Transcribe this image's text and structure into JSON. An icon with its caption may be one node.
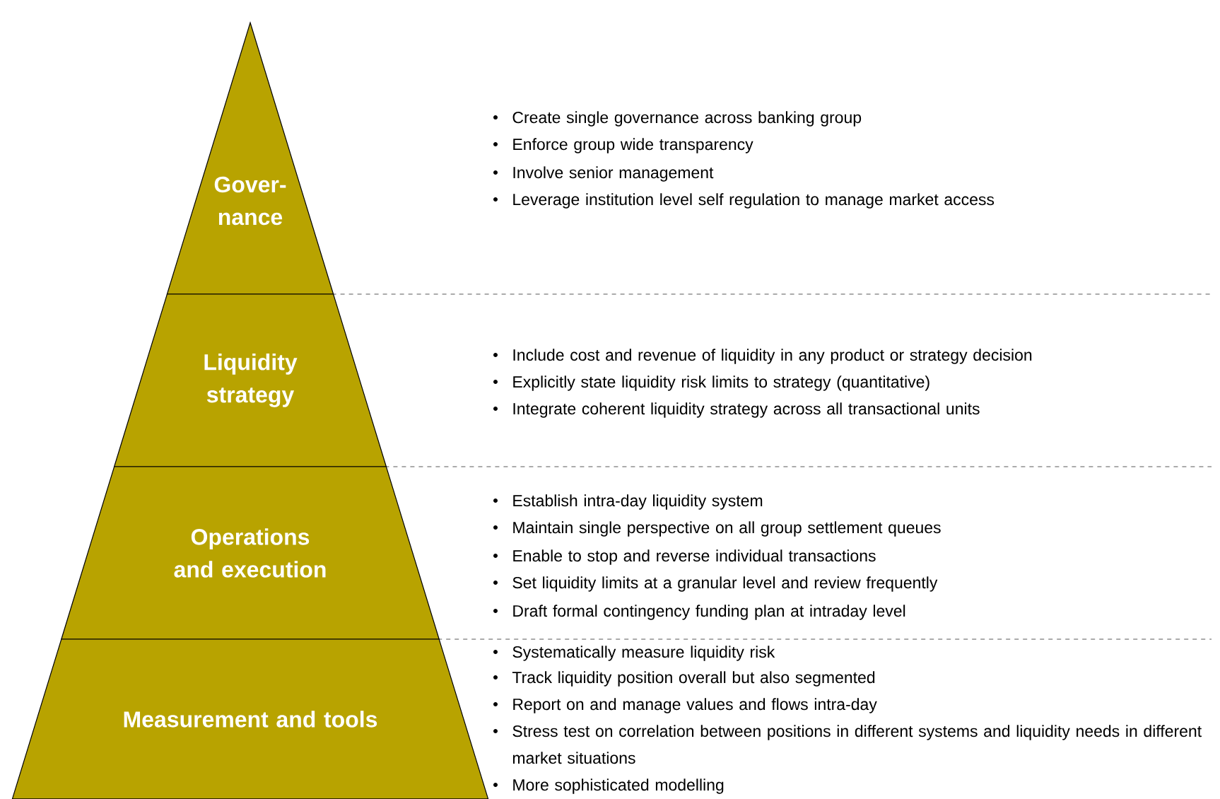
{
  "diagram": {
    "nodes": [
      {
        "text": [
          "Gover- nance"
        ],
        "beside": [
          "Create single governance across banking group",
          "Enforce group wide transparency",
          "Involve senior management",
          "Leverage institution level self regulation to manage market access"
        ]
      },
      {
        "text": [
          "Liquidity strategy"
        ],
        "beside": [
          "Include cost and revenue of liquidity in any product or strategy decision",
          "Explicitly state liquidity risk limits to strategy (quantitative)",
          "Integrate coherent liquidity strategy across all transactional units"
        ]
      },
      {
        "text": [
          "Operations and execution"
        ],
        "beside": [
          "Establish intra-day liquidity system",
          "Maintain single perspective on all group settlement queues",
          "Enable to stop and reverse individual transactions",
          "Set liquidity limits at a granular level and review frequently",
          "Draft formal contingency funding plan at intraday level"
        ]
      },
      {
        "text": [
          "Measurement and tools"
        ],
        "beside": [
          "Systematically measure liquidity risk",
          "Track liquidity position overall but also segmented",
          "Report on and manage values and flows intra-day",
          "Stress test on correlation between positions in different systems and liquidity needs in different market situations",
          "More sophisticated modelling"
        ]
      }
    ]
  }
}
